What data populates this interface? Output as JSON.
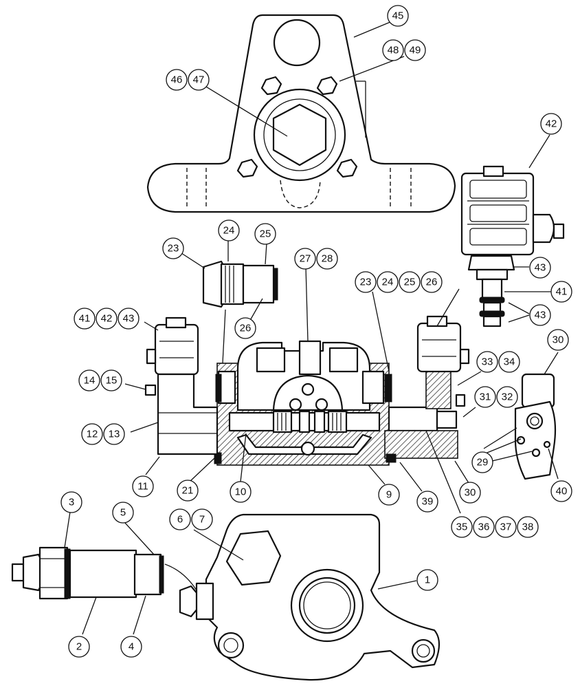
{
  "callouts": [
    {
      "id": "c45",
      "label": "45"
    },
    {
      "id": "c48",
      "label": "48"
    },
    {
      "id": "c49",
      "label": "49"
    },
    {
      "id": "c46",
      "label": "46"
    },
    {
      "id": "c47",
      "label": "47"
    },
    {
      "id": "c42a",
      "label": "42"
    },
    {
      "id": "c24a",
      "label": "24"
    },
    {
      "id": "c25a",
      "label": "25"
    },
    {
      "id": "c23a",
      "label": "23"
    },
    {
      "id": "c27",
      "label": "27"
    },
    {
      "id": "c28",
      "label": "28"
    },
    {
      "id": "c43a",
      "label": "43"
    },
    {
      "id": "c23b",
      "label": "23"
    },
    {
      "id": "c24b",
      "label": "24"
    },
    {
      "id": "c25b",
      "label": "25"
    },
    {
      "id": "c26b",
      "label": "26"
    },
    {
      "id": "c41a",
      "label": "41"
    },
    {
      "id": "c41b",
      "label": "41"
    },
    {
      "id": "c42b",
      "label": "42"
    },
    {
      "id": "c43b",
      "label": "43"
    },
    {
      "id": "c26a",
      "label": "26"
    },
    {
      "id": "c43c",
      "label": "43"
    },
    {
      "id": "c30a",
      "label": "30"
    },
    {
      "id": "c33",
      "label": "33"
    },
    {
      "id": "c34",
      "label": "34"
    },
    {
      "id": "c14",
      "label": "14"
    },
    {
      "id": "c15",
      "label": "15"
    },
    {
      "id": "c31",
      "label": "31"
    },
    {
      "id": "c32",
      "label": "32"
    },
    {
      "id": "c12",
      "label": "12"
    },
    {
      "id": "c13",
      "label": "13"
    },
    {
      "id": "c29",
      "label": "29"
    },
    {
      "id": "c11",
      "label": "11"
    },
    {
      "id": "c21",
      "label": "21"
    },
    {
      "id": "c10",
      "label": "10"
    },
    {
      "id": "c9",
      "label": "9"
    },
    {
      "id": "c39",
      "label": "39"
    },
    {
      "id": "c30b",
      "label": "30"
    },
    {
      "id": "c40",
      "label": "40"
    },
    {
      "id": "c3",
      "label": "3"
    },
    {
      "id": "c5",
      "label": "5"
    },
    {
      "id": "c6",
      "label": "6"
    },
    {
      "id": "c7",
      "label": "7"
    },
    {
      "id": "c35",
      "label": "35"
    },
    {
      "id": "c36",
      "label": "36"
    },
    {
      "id": "c37",
      "label": "37"
    },
    {
      "id": "c38",
      "label": "38"
    },
    {
      "id": "c1",
      "label": "1"
    },
    {
      "id": "c2",
      "label": "2"
    },
    {
      "id": "c4",
      "label": "4"
    }
  ]
}
